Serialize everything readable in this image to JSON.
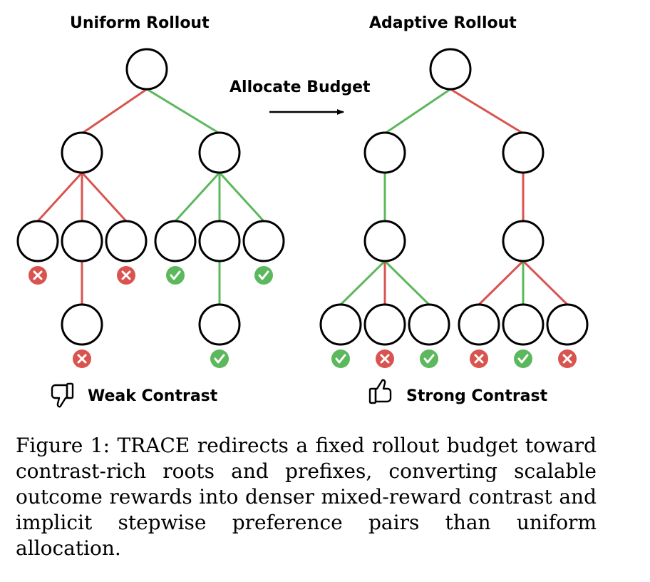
{
  "titles": {
    "left": "Uniform Rollout",
    "right": "Adaptive Rollout",
    "arrow": "Allocate Budget"
  },
  "labels": {
    "weak": "Weak Contrast",
    "strong": "Strong Contrast"
  },
  "caption": "Figure 1: TRACE redirects a fixed rollout budget toward contrast-rich roots and prefixes, converting scalable outcome rewards into denser mixed-reward contrast and implicit stepwise preference pairs than uniform allocation.",
  "colors": {
    "success": "#5cb85c",
    "failure": "#d9534f",
    "node_stroke": "#000000"
  },
  "icons": {
    "success": "check-badge-icon",
    "failure": "x-badge-icon",
    "weak": "thumbs-down-icon",
    "strong": "thumbs-up-icon"
  },
  "uniform_tree": {
    "outcomes": [
      "failure",
      "failure",
      "success",
      "success"
    ],
    "deep_outcomes": [
      "failure",
      "success"
    ]
  },
  "adaptive_tree": {
    "outcomes": [
      "success",
      "failure",
      "success",
      "failure",
      "success",
      "failure"
    ]
  }
}
